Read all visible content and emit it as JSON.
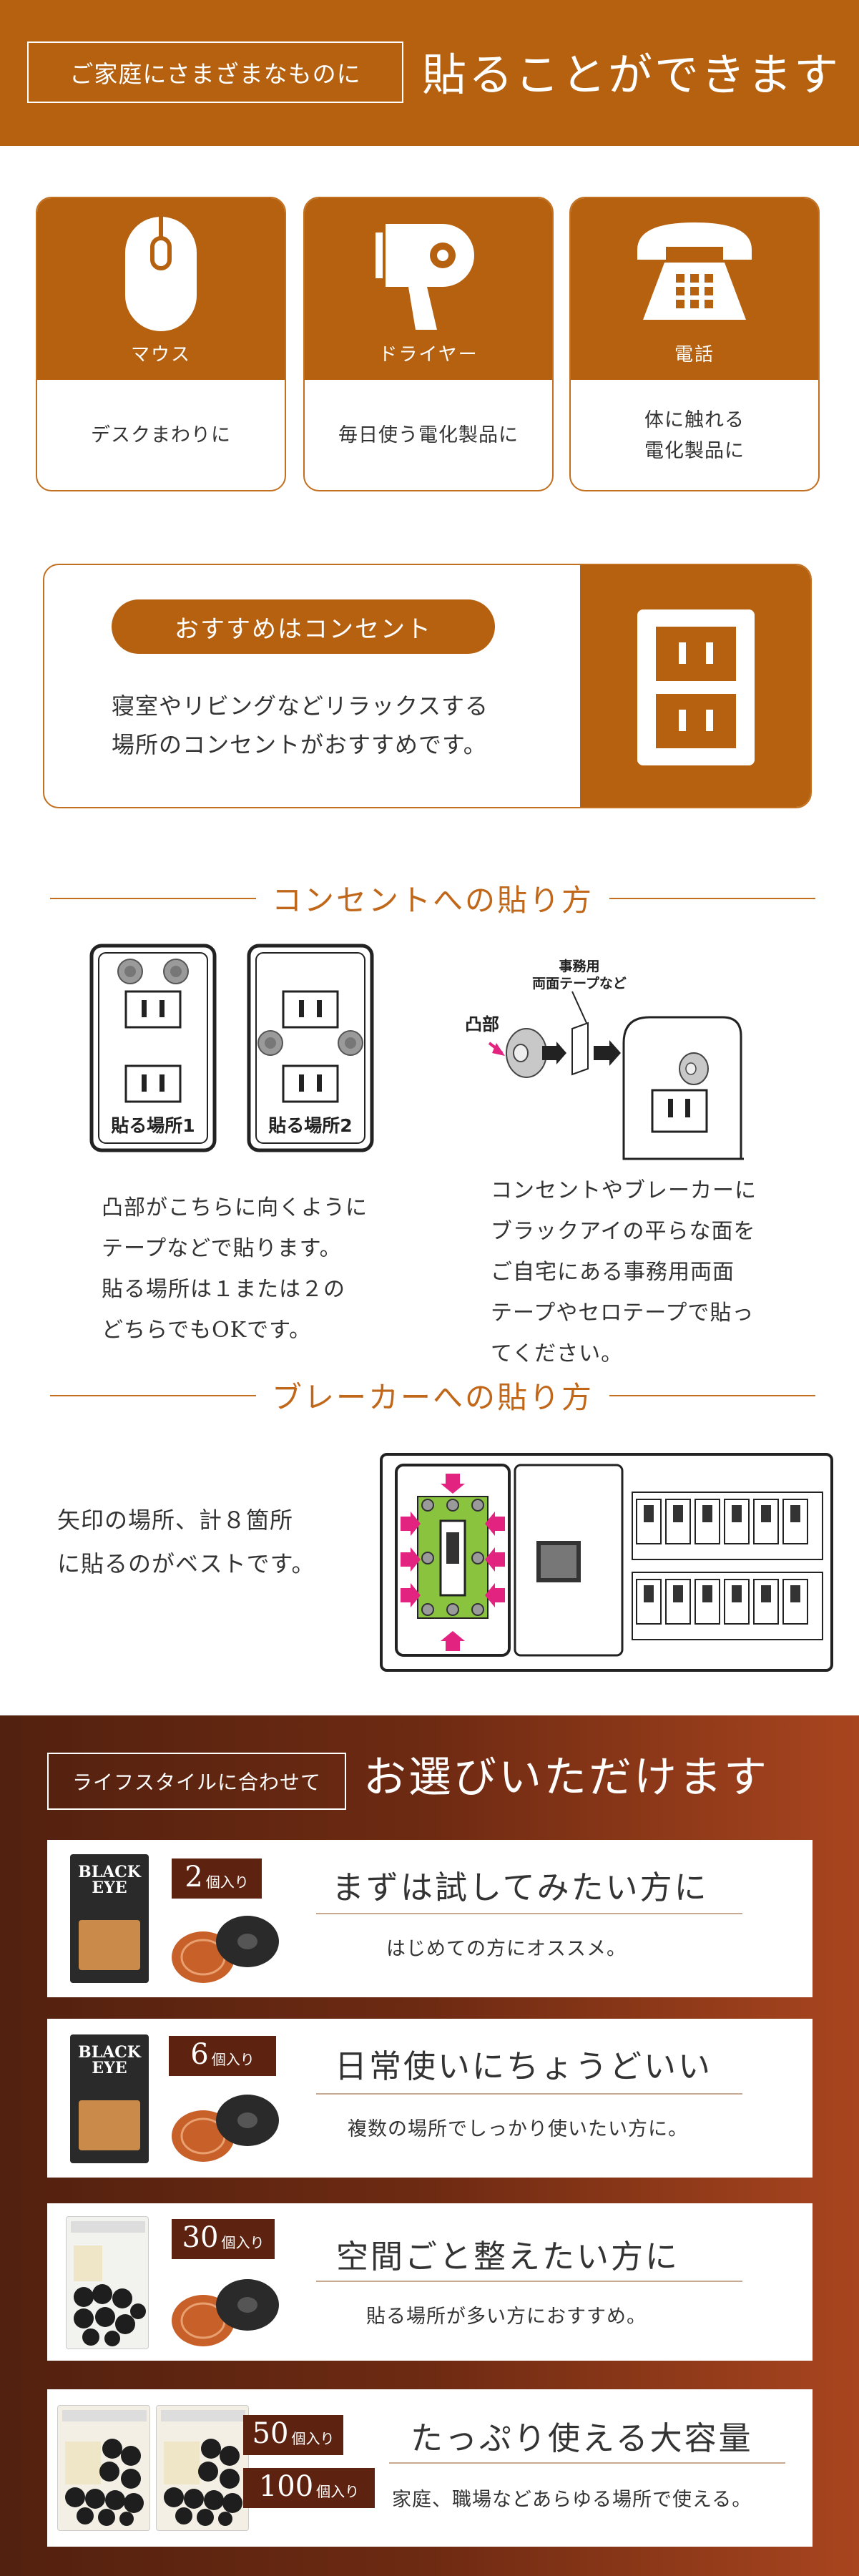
{
  "header": {
    "subtitle": "ご家庭にさまざまなものに",
    "title": "貼ることができます"
  },
  "devices": [
    {
      "name": "マウス",
      "icon": "mouse-icon",
      "desc": "デスクまわりに"
    },
    {
      "name": "ドライヤー",
      "icon": "hair-dryer-icon",
      "desc": "毎日使う電化製品に"
    },
    {
      "name": "電話",
      "icon": "telephone-icon",
      "desc": "体に触れる\n電化製品に"
    }
  ],
  "recommend": {
    "pill": "おすすめはコンセント",
    "text": "寝室やリビングなどリラックスする\n場所のコンセントがおすすめです。",
    "icon": "power-outlet-icon"
  },
  "outlet_section": {
    "heading": "コンセントへの貼り方",
    "place1": "貼る場所1",
    "place2": "貼る場所2",
    "label_tape": "事務用\n両面テープなど",
    "label_boss": "凸部",
    "left_text": "凸部がこちらに向くように\nテープなどで貼ります。\n貼る場所は１または２の\nどちらでもOKです。",
    "right_text": "コンセントやブレーカーに\nブラックアイの平らな面を\nご自宅にある事務用両面\nテープやセロテープで貼っ\nてください。"
  },
  "breaker_section": {
    "heading": "ブレーカーへの貼り方",
    "text": "矢印の場所、計８箇所\nに貼るのがベストです。"
  },
  "lineup": {
    "tag": "ライフスタイルに合わせて",
    "title": "お選びいただけます",
    "options": [
      {
        "qty": "2",
        "unit": "個入り",
        "title": "まずは試してみたい方に",
        "desc": "はじめての方にオススメ。",
        "product_text": "BLACK EYE"
      },
      {
        "qty": "6",
        "unit": "個入り",
        "title": "日常使いにちょうどいい",
        "desc": "複数の場所でしっかり使いたい方に。",
        "product_text": "BLACK EYE"
      },
      {
        "qty": "30",
        "unit": "個入り",
        "title": "空間ごと整えたい方に",
        "desc": "貼る場所が多い方におすすめ。"
      },
      {
        "qty": "50",
        "unit": "個入り",
        "qty2": "100",
        "unit2": "個入り",
        "title": "たっぷり使える大容量",
        "desc": "家庭、職場などあらゆる場所で使える。"
      }
    ]
  },
  "colors": {
    "brand": "#b5610f",
    "dark_brown": "#5e2310",
    "accent_pink": "#e2237f",
    "green": "#8ac43f"
  }
}
